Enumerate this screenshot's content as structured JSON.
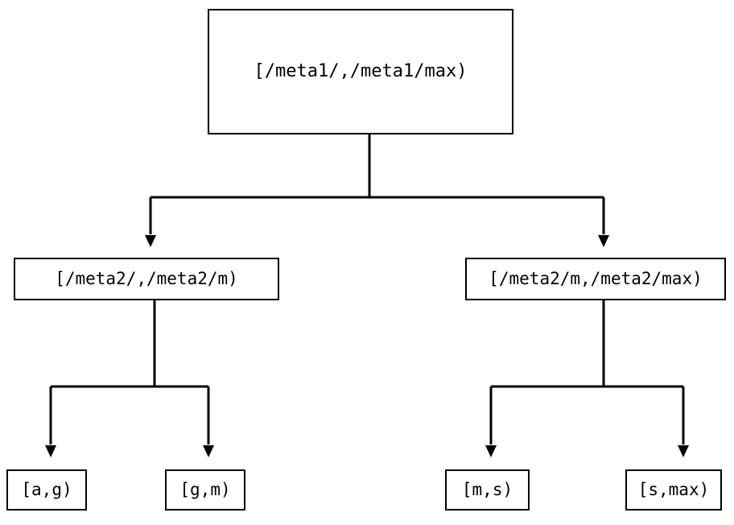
{
  "diagram": {
    "type": "tree",
    "background_color": "#ffffff",
    "line_color": "#000000",
    "text_color": "#000000",
    "nodes": {
      "root": {
        "label": "[/meta1/,/meta1/max)"
      },
      "mid_left": {
        "label": "[/meta2/,/meta2/m)"
      },
      "mid_right": {
        "label": "[/meta2/m,/meta2/max)"
      },
      "leaf_ag": {
        "label": "[a,g)"
      },
      "leaf_gm": {
        "label": "[g,m)"
      },
      "leaf_ms": {
        "label": "[m,s)"
      },
      "leaf_smax": {
        "label": "[s,max)"
      }
    },
    "edges": [
      {
        "from": "root",
        "to": "mid_left",
        "arrow": "down-triangle"
      },
      {
        "from": "root",
        "to": "mid_right",
        "arrow": "down-triangle"
      },
      {
        "from": "mid_left",
        "to": "leaf_ag",
        "arrow": "down-triangle"
      },
      {
        "from": "mid_left",
        "to": "leaf_gm",
        "arrow": "down-triangle"
      },
      {
        "from": "mid_right",
        "to": "leaf_ms",
        "arrow": "down-triangle"
      },
      {
        "from": "mid_right",
        "to": "leaf_smax",
        "arrow": "down-triangle"
      }
    ]
  }
}
